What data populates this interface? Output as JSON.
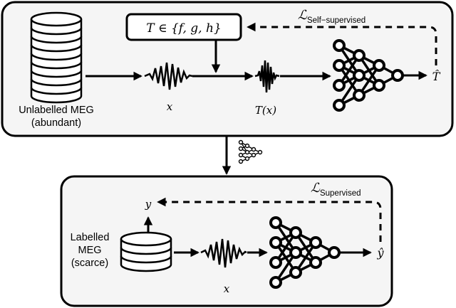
{
  "top_panel": {
    "data_label_line1": "Unlabelled MEG",
    "data_label_line2": "(abundant)",
    "signal_label": "x",
    "transform_box_label": "T ∈ {f, g, h}",
    "transformed_signal_label": "T(x)",
    "prediction_label": "T̂",
    "loss_symbol": "ℒ",
    "loss_subscript": "Self−supervised"
  },
  "bottom_panel": {
    "data_label_line1": "Labelled",
    "data_label_line2": "MEG",
    "data_label_line3": "(scarce)",
    "target_label": "y",
    "signal_label": "x",
    "prediction_label": "ŷ",
    "loss_symbol": "ℒ",
    "loss_subscript": "Supervised"
  }
}
